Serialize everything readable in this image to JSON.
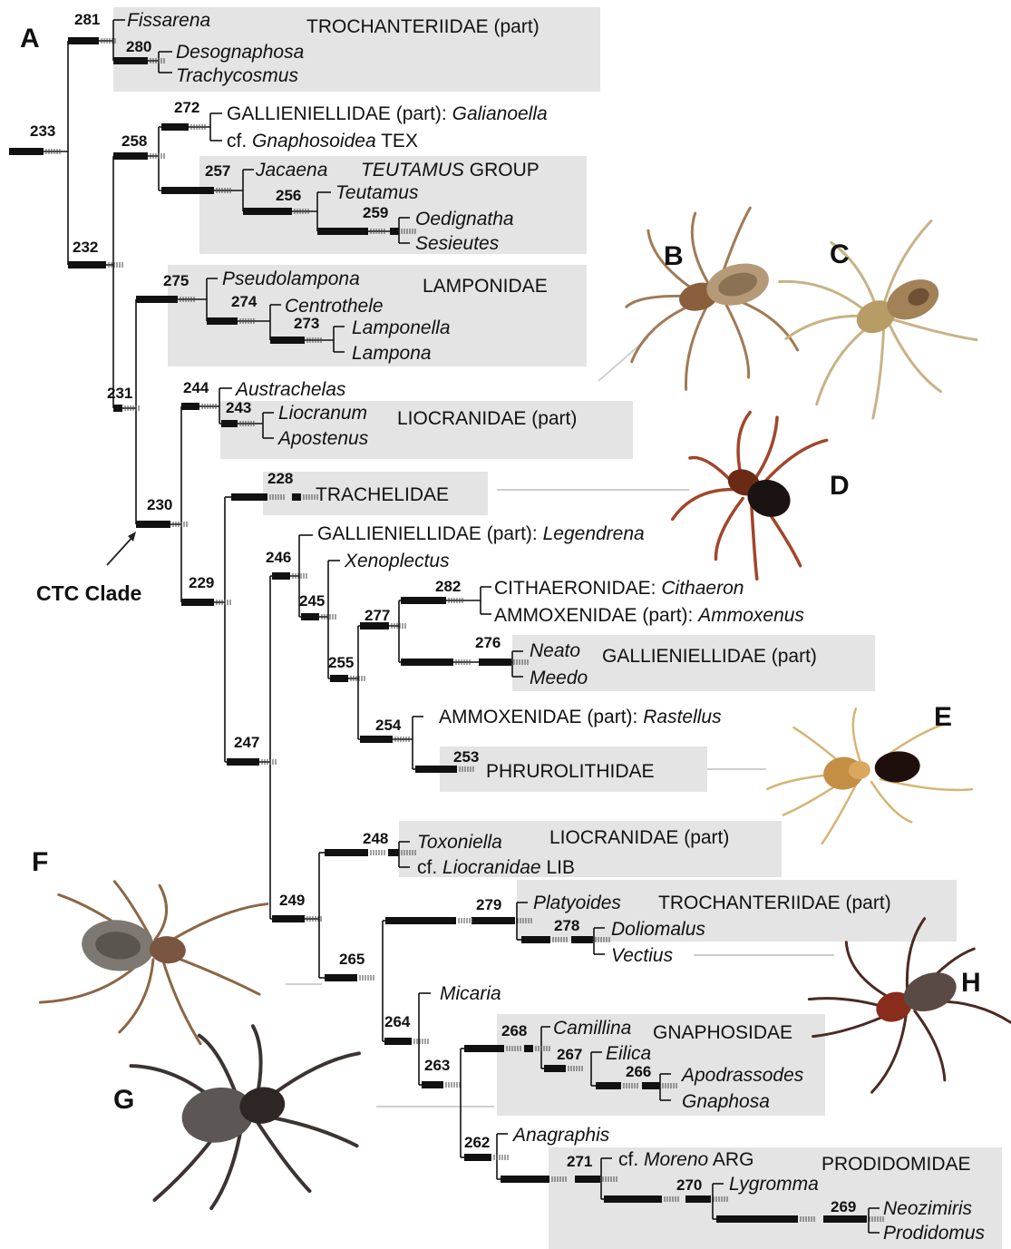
{
  "panel_labels": [
    "A",
    "B",
    "C",
    "D",
    "E",
    "F",
    "G",
    "H"
  ],
  "annotation": "CTC Clade",
  "nodes": {
    "n233": "233",
    "n232": "232",
    "n281": "281",
    "n280": "280",
    "n258": "258",
    "n272": "272",
    "n257": "257",
    "n256": "256",
    "n259": "259",
    "n231": "231",
    "n275": "275",
    "n274": "274",
    "n273": "273",
    "n230": "230",
    "n244": "244",
    "n243": "243",
    "n229": "229",
    "n228": "228",
    "n247": "247",
    "n246": "246",
    "n245": "245",
    "n255": "255",
    "n277": "277",
    "n282": "282",
    "n276": "276",
    "n254": "254",
    "n253": "253",
    "n249": "249",
    "n248": "248",
    "n265": "265",
    "n279": "279",
    "n278": "278",
    "n264": "264",
    "n263": "263",
    "n268": "268",
    "n267": "267",
    "n266": "266",
    "n262": "262",
    "n271": "271",
    "n270": "270",
    "n269": "269"
  },
  "taxa": {
    "fissarena": "Fissarena",
    "trochanteriidae_part": "TROCHANTERIIDAE (part)",
    "desognaphosa": "Desognaphosa",
    "trachycosmus": "Trachycosmus",
    "gallieniellidae_part_colon": "GALLIENIELLIDAE (part):",
    "galianoella": "Galianoella",
    "cf": "cf.",
    "gnaphosoidea": "Gnaphosoidea",
    "tex": "TEX",
    "jacaena": "Jacaena",
    "teutamus_caps": "TEUTAMUS",
    "group": "GROUP",
    "teutamus": "Teutamus",
    "oedignatha": "Oedignatha",
    "sesieutes": "Sesieutes",
    "pseudolampona": "Pseudolampona",
    "lamponidae": "LAMPONIDAE",
    "centrothele": "Centrothele",
    "lamponella": "Lamponella",
    "lampona": "Lampona",
    "austrachelas": "Austrachelas",
    "liocranum": "Liocranum",
    "liocranidae_part": "LIOCRANIDAE (part)",
    "apostenus": "Apostenus",
    "trachelidae": "TRACHELIDAE",
    "legendrena": "Legendrena",
    "xenoplectus": "Xenoplectus",
    "cithaeronidae_colon": "CITHAERONIDAE:",
    "cithaeron": "Cithaeron",
    "ammoxenidae_part_colon": "AMMOXENIDAE (part):",
    "ammoxenus": "Ammoxenus",
    "neato": "Neato",
    "gallieniellidae_part": "GALLIENIELLIDAE (part)",
    "meedo": "Meedo",
    "rastellus": "Rastellus",
    "phrurolithidae": "PHRUROLITHIDAE",
    "toxoniella": "Toxoniella",
    "liocranidae": "Liocranidae",
    "lib": "LIB",
    "platyoides": "Platyoides",
    "doliomalus": "Doliomalus",
    "vectius": "Vectius",
    "micaria": "Micaria",
    "camillina": "Camillina",
    "gnaphosidae": "GNAPHOSIDAE",
    "eilica": "Eilica",
    "apodrassodes": "Apodrassodes",
    "gnaphosa": "Gnaphosa",
    "anagraphis": "Anagraphis",
    "moreno": "Moreno",
    "arg": "ARG",
    "prodidomidae": "PRODIDOMIDAE",
    "lygromma": "Lygromma",
    "neozimiris": "Neozimiris",
    "prodidomus": "Prodidomus"
  },
  "colors": {
    "shading": "#e4e4e4",
    "spider_B": "#b48f6a",
    "spider_C": "#c7ae84",
    "spider_D": "#5c2b18",
    "spider_E": "#d8a861",
    "spider_F": "#6f6a63",
    "spider_G": "#3a3533",
    "spider_H": "#5a2a20"
  }
}
